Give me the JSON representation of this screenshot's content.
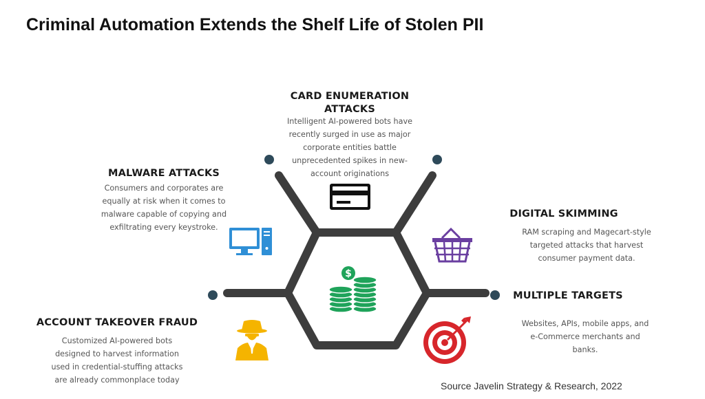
{
  "title": "Criminal Automation Extends the Shelf Life of Stolen PII",
  "source": "Source Javelin Strategy & Research, 2022",
  "colors": {
    "hex_lines": "#3d3d3d",
    "dots": "#2e4a5a",
    "card_icon": "#111111",
    "computer_icon": "#2f8fd6",
    "basket_icon": "#6a3fa0",
    "money_icon": "#1fa35a",
    "spy_icon": "#f5b400",
    "target_icon": "#d7262b"
  },
  "sections": {
    "card_enumeration": {
      "heading_line1": "CARD ENUMERATION",
      "heading_line2": "ATTACKS",
      "lines": [
        "Intelligent AI-powered bots have",
        "recently surged in use as major",
        "corporate entities battle",
        "unprecedented spikes in new-",
        "account originations"
      ],
      "icon": "credit-card-icon"
    },
    "malware": {
      "heading": "MALWARE ATTACKS",
      "lines": [
        "Consumers and corporates are",
        "equally at risk when it comes to",
        "malware capable of copying and",
        "exfiltrating every keystroke."
      ],
      "icon": "computer-icon"
    },
    "digital_skimming": {
      "heading": "DIGITAL SKIMMING",
      "lines": [
        "RAM scraping and Magecart-style",
        "targeted attacks that harvest",
        "consumer payment data."
      ],
      "icon": "shopping-basket-icon"
    },
    "multiple_targets": {
      "heading": "MULTIPLE TARGETS",
      "lines": [
        "Websites, APIs, mobile apps, and",
        "e-Commerce merchants and",
        "banks."
      ],
      "icon": "target-icon"
    },
    "account_takeover": {
      "heading": "ACCOUNT TAKEOVER FRAUD",
      "lines": [
        "Customized AI-powered bots",
        "designed to harvest information",
        "used in credential-stuffing attacks",
        "are already commonplace today"
      ],
      "icon": "spy-icon"
    },
    "center": {
      "icon": "money-coins-icon"
    }
  }
}
